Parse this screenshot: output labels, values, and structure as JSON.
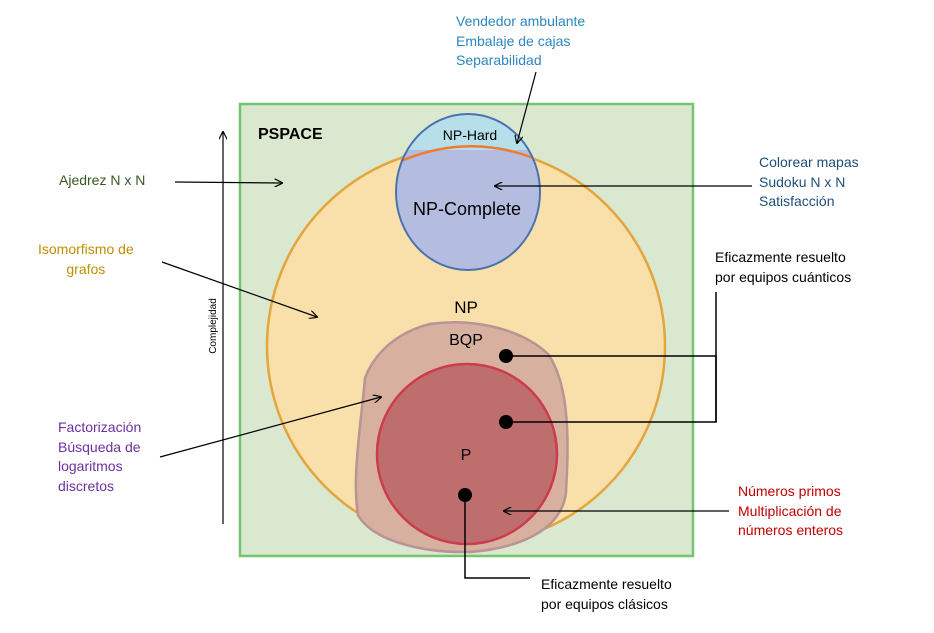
{
  "regions": {
    "pspace": "PSPACE",
    "np_hard": "NP-Hard",
    "np_complete": "NP-Complete",
    "np": "NP",
    "bqp": "BQP",
    "p": "P"
  },
  "axis_label": "Complejidad",
  "annotations": {
    "np_hard_examples": [
      "Vendedor ambulante",
      "Embalaje de cajas",
      "Separabilidad"
    ],
    "np_complete_examples": [
      "Colorear mapas",
      "Sudoku N x N",
      "Satisfacción"
    ],
    "pspace_example": "Ajedrez N x N",
    "np_example": [
      "Isomorfismo de",
      "grafos"
    ],
    "quantum_efficient": [
      "Eficazmente resuelto",
      "por equipos cuánticos"
    ],
    "bqp_examples": [
      "Factorización",
      "Búsqueda de",
      "logaritmos",
      "discretos"
    ],
    "p_examples": [
      "Números primos",
      "Multiplicación de",
      "números enteros"
    ],
    "classical_efficient": [
      "Eficazmente resuelto",
      "por equipos clásicos"
    ]
  },
  "colors": {
    "pspace_fill": "#d9e8cf",
    "pspace_border": "#77c36f",
    "np_fill": "#f9dfa9",
    "np_border": "#e3a53e",
    "np_hard_fill": "#b6dfea",
    "np_complete_fill": "#b4bde0",
    "np_complete_border": "#4a72b0",
    "np_hard_boundary": "#ee7b2f",
    "bqp_fill": "#d7b09f",
    "bqp_border": "#b89494",
    "p_fill": "#bf6e6e",
    "p_border": "#cc3b4f",
    "text_blue": "#2e86c1",
    "text_navy": "#1f4e79",
    "text_green": "#375623",
    "text_gold": "#bf8f00",
    "text_purple": "#7030a0",
    "text_red": "#c00000",
    "text_black": "#000000"
  }
}
